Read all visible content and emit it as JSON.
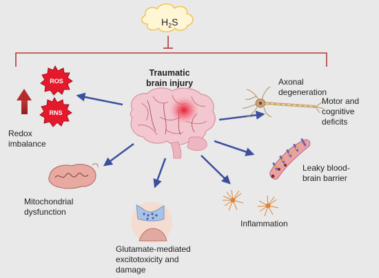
{
  "h2s": {
    "main": "H",
    "sub": "2",
    "tail": "S"
  },
  "center": {
    "line1": "Traumatic",
    "line2": "brain injury"
  },
  "badges": {
    "ros": "ROS",
    "rns": "RNS"
  },
  "labels": {
    "redox": [
      "Redox",
      "imbalance"
    ],
    "axonal": [
      "Axonal",
      "degeneration"
    ],
    "motor": [
      "Motor and",
      "cognitive",
      "deficits"
    ],
    "bbb": [
      "Leaky blood-",
      "brain barrier"
    ],
    "mito": [
      "Mitochondrial",
      "dysfunction"
    ],
    "glut": [
      "Glutamate-mediated",
      "excitotoxicity and",
      "damage"
    ],
    "inflam": [
      "Inflammation"
    ]
  },
  "colors": {
    "background": "#e9e9ea",
    "inhibition_line": "#b23a3a",
    "arrow": "#3d4f9c",
    "badge_fill": "#e5192c",
    "cloud_fill": "#fff6d6",
    "cloud_stroke": "#f2c44a"
  }
}
